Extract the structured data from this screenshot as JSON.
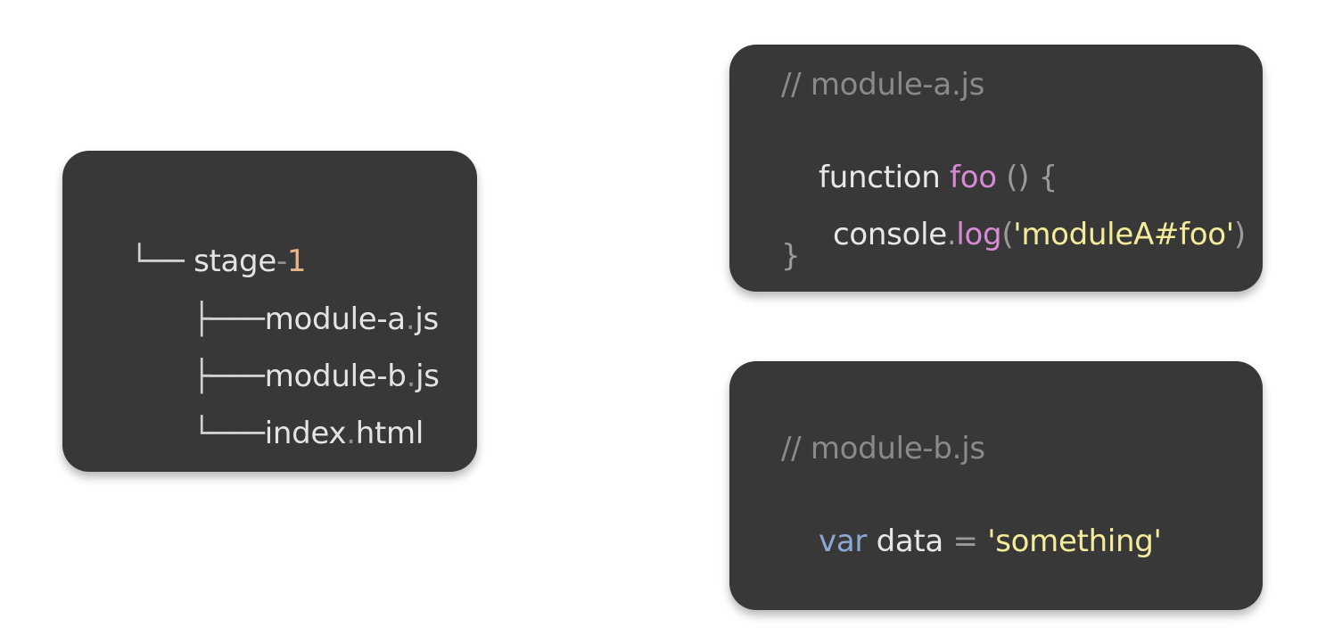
{
  "tree": {
    "root": {
      "branch": "└──",
      "name_part1": "stage",
      "sep": "-",
      "name_part2": "1"
    },
    "children": [
      {
        "branch": "├───",
        "base": "module-a",
        "dot": ".",
        "ext": "js"
      },
      {
        "branch": "├───",
        "base": "module-b",
        "dot": ".",
        "ext": "js"
      },
      {
        "branch": "└───",
        "base": "index",
        "dot": ".",
        "ext": "html"
      }
    ]
  },
  "code_a": {
    "comment": "// module-a.js",
    "line1_keyword": "function",
    "line1_name": "foo",
    "line1_rest": " () {",
    "line2_object": "console",
    "line2_dot": ".",
    "line2_method": "log",
    "line2_open": "(",
    "line2_string": "'moduleA#foo'",
    "line2_close": ")",
    "line3": "}"
  },
  "code_b": {
    "comment": "// module-b.js",
    "keyword": "var",
    "identifier": " data ",
    "op": "=",
    "string": "'something'"
  },
  "colors": {
    "panel_bg": "#383838",
    "text": "#e4e4e4",
    "comment": "#8a8a8a",
    "function_name": "#d98ad4",
    "string": "#f5ec9a",
    "var_keyword": "#8ea8d6",
    "number": "#e8b48a"
  }
}
